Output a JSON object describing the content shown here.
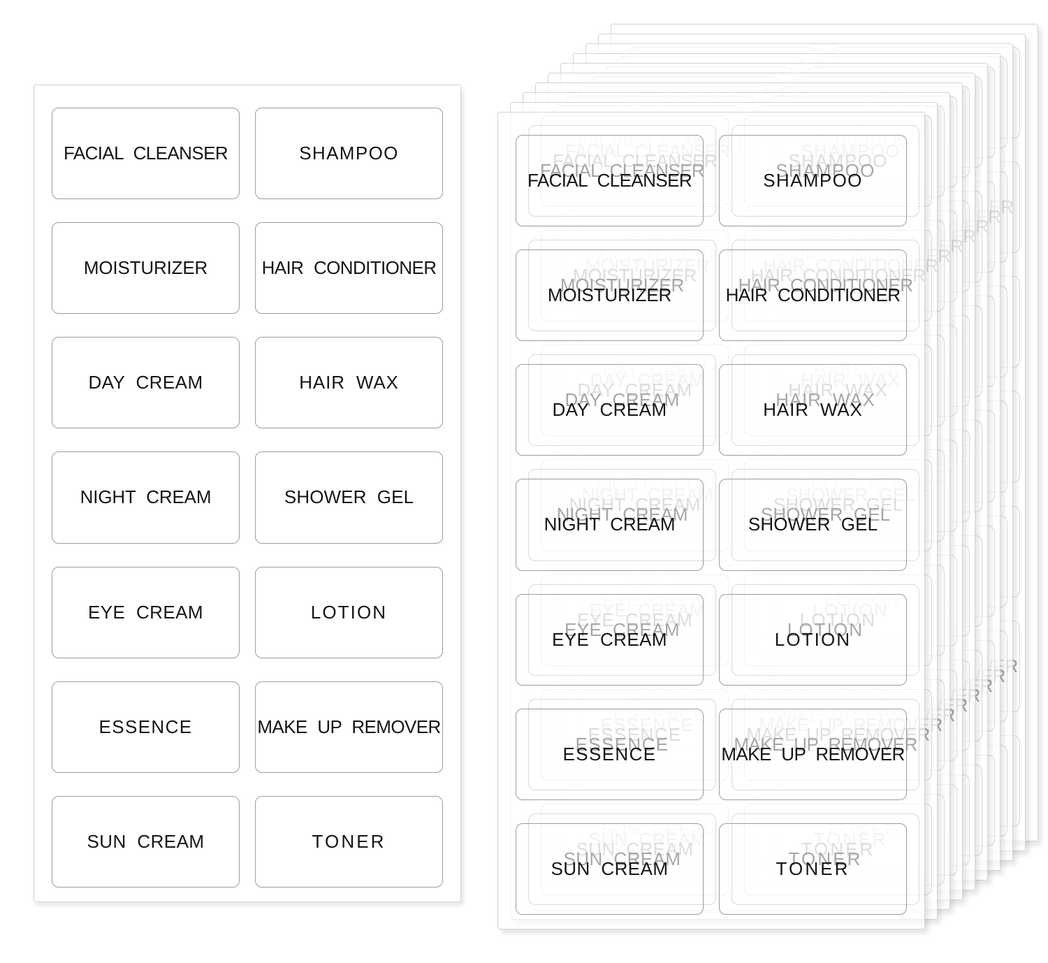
{
  "product": {
    "label_names": [
      "FACIAL CLEANSER",
      "SHAMPOO",
      "MOISTURIZER",
      "HAIR CONDITIONER",
      "DAY CREAM",
      "HAIR WAX",
      "NIGHT CREAM",
      "SHOWER GEL",
      "EYE CREAM",
      "LOTION",
      "ESSENCE",
      "MAKE UP REMOVER",
      "SUN CREAM",
      "TONER"
    ],
    "sheet_grid": {
      "columns": 2,
      "rows": 7,
      "labels_per_sheet": 14
    },
    "single_sheet_count": 1,
    "stack_sheet_count": 10
  },
  "colors": {
    "background": "#ffffff",
    "sheet_border": "#d3d3d3",
    "label_border": "#9c9c9c",
    "label_text": "#151515"
  }
}
